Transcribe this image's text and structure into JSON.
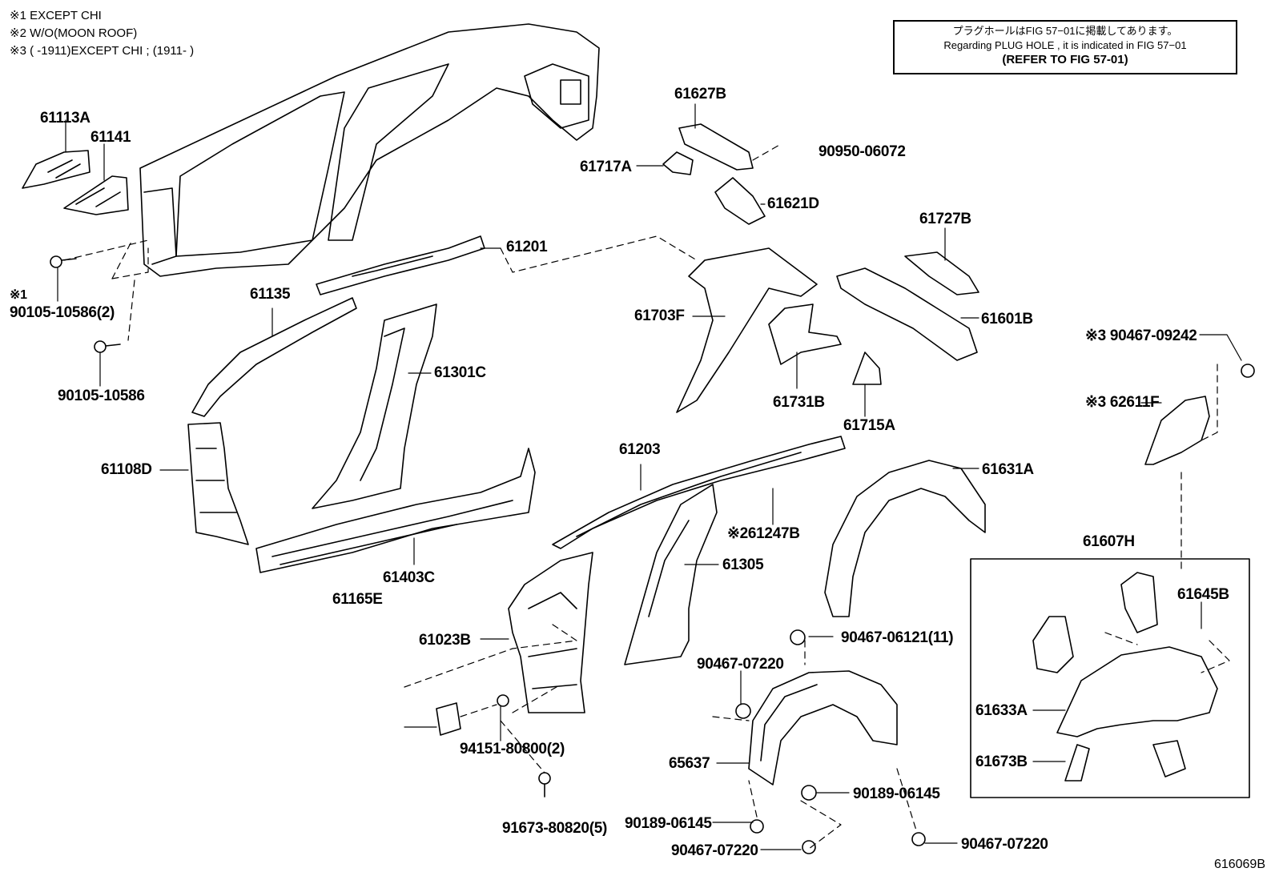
{
  "notes": [
    "※1 EXCEPT CHI",
    "※2 W/O(MOON ROOF)",
    "※3 (        -1911)EXCEPT CHI ; (1911-        )"
  ],
  "legend": {
    "line_jp": "プラグホールはFIG  57−01に掲載してあります。",
    "line_en": "Regarding  PLUG  HOLE , it is indicated in FIG  57−01",
    "line_ref": "(REFER TO FIG 57-01)"
  },
  "figure_number": "616069B",
  "labels": {
    "p61113A": "61113A",
    "p61141": "61141",
    "p90105_10586_2": "90105-10586(2)",
    "m1": "※1",
    "p90105_10586": "90105-10586",
    "p61135": "61135",
    "p61201": "61201",
    "p61108D": "61108D",
    "p61301C": "61301C",
    "p61403C": "61403C",
    "p61165E": "61165E",
    "p61023B": "61023B",
    "p94151": "94151-80800(2)",
    "p91673": "91673-80820(5)",
    "p61627B": "61627B",
    "p61717A": "61717A",
    "p90950": "90950-06072",
    "p61621D": "61621D",
    "p61703F": "61703F",
    "p61731B": "61731B",
    "p61715A": "61715A",
    "p61727B": "61727B",
    "p61601B": "61601B",
    "p61203": "61203",
    "p61247B": "※261247B",
    "p61305": "61305",
    "p61631A": "61631A",
    "p90467_09242": "※3 90467-09242",
    "p62611F": "※3 62611F",
    "p61607H": "61607H",
    "p61645B": "61645B",
    "p61633A": "61633A",
    "p61673B": "61673B",
    "p90467_06121": "90467-06121(11)",
    "p90467_07220a": "90467-07220",
    "p65637": "65637",
    "p90189_06145a": "90189-06145",
    "p90189_06145b": "90189-06145",
    "p90467_07220b": "90467-07220",
    "p90467_07220c": "90467-07220"
  }
}
